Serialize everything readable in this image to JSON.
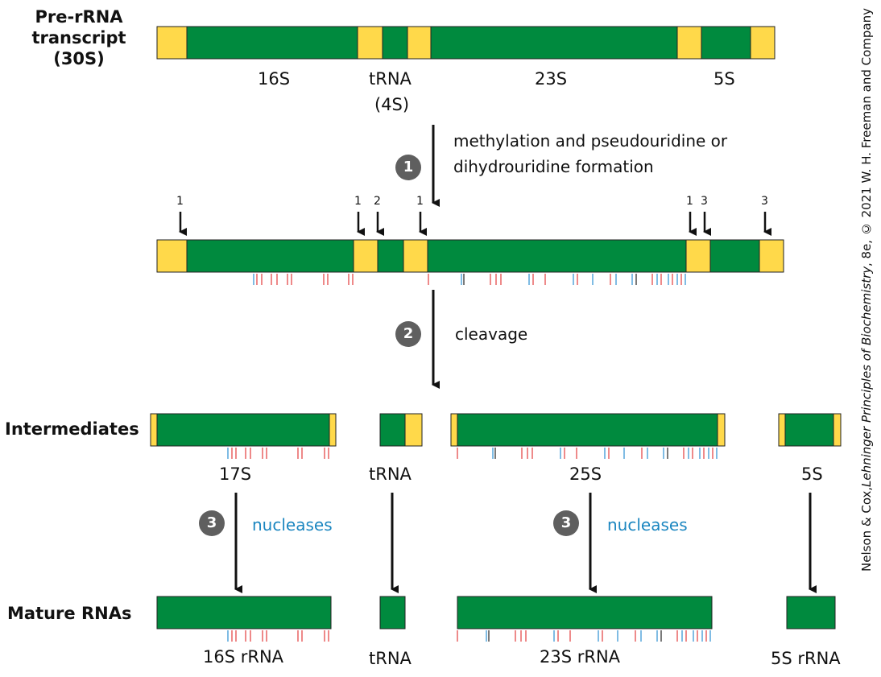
{
  "labels": {
    "pre_rrna": "Pre-rRNA",
    "transcript": "transcript",
    "s30": "(30S)",
    "intermediates": "Intermediates",
    "mature": "Mature RNAs"
  },
  "transcript_segments": {
    "s16": "16S",
    "trna": "tRNA",
    "s4": "(4S)",
    "s23": "23S",
    "s5": "5S"
  },
  "steps": {
    "step1_num": "1",
    "step1_line1": "methylation and pseudouridine or",
    "step1_line2": "dihydrouridine formation",
    "step2_num": "2",
    "step2_text": "cleavage",
    "step3_num": "3",
    "nucleases": "nucleases"
  },
  "cleavage_site_labels": [
    "1",
    "1",
    "2",
    "1",
    "1",
    "3",
    "3"
  ],
  "intermediate_labels": {
    "s17": "17S",
    "trna": "tRNA",
    "s25": "25S",
    "s5": "5S"
  },
  "mature_labels": {
    "r16": "16S rRNA",
    "trna": "tRNA",
    "r23": "23S rRNA",
    "r5": "5S rRNA"
  },
  "credit": {
    "part1": "Nelson & Cox, ",
    "part2": "Lehninger Principles of Biochemistry",
    "part3": ", 8e, © 2021 W. H. Freeman and Company"
  },
  "colors": {
    "green": "#008a3e",
    "yellow": "#ffd94a",
    "red_tick": "#e23b3b",
    "blue_tick": "#2a8fd1",
    "step_circle": "#5f5f5f"
  }
}
